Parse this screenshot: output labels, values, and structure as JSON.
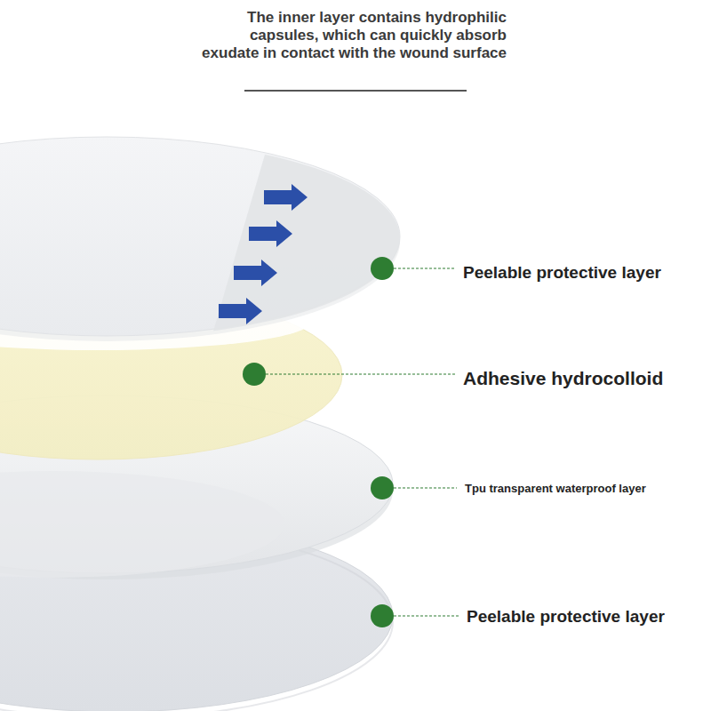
{
  "diagram": {
    "labels": [
      "The inner layer contains hydrophilic capsules, which can quickly absorb exudate in contact with the wound surface",
      "Peelable protective layer",
      "Adhesive hydrocolloid",
      "Tpu transparent waterproof layer",
      "Peelable protective layer"
    ]
  }
}
